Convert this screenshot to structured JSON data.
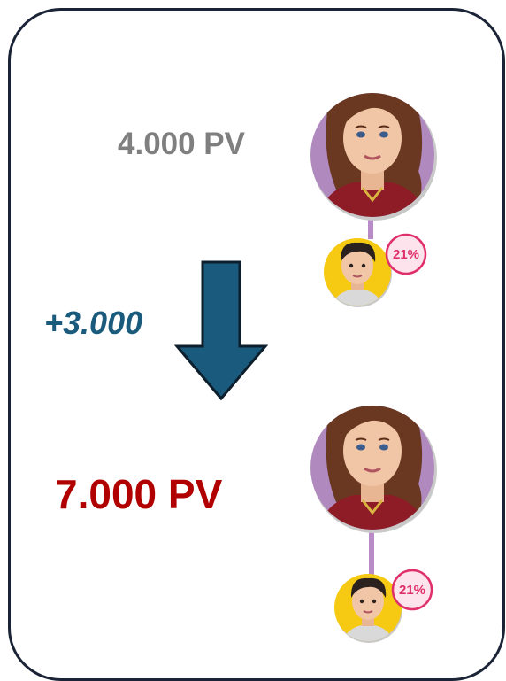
{
  "before": {
    "label": "4.000 PV"
  },
  "change": {
    "label": "+3.000"
  },
  "after": {
    "label": "7.000 PV"
  },
  "downline_top": {
    "badge": "21%"
  },
  "downline_bottom": {
    "badge": "21%"
  },
  "colors": {
    "frame": "#1b2436",
    "arrow": "#1a5a7d",
    "before_text": "#7f7f7f",
    "after_text": "#b00000",
    "avatar_bg": "#b089bf",
    "child_bg": "#f6c912",
    "badge": "#e0306b"
  },
  "icons": [
    "woman-avatar-icon",
    "boy-avatar-icon",
    "down-arrow-icon"
  ]
}
